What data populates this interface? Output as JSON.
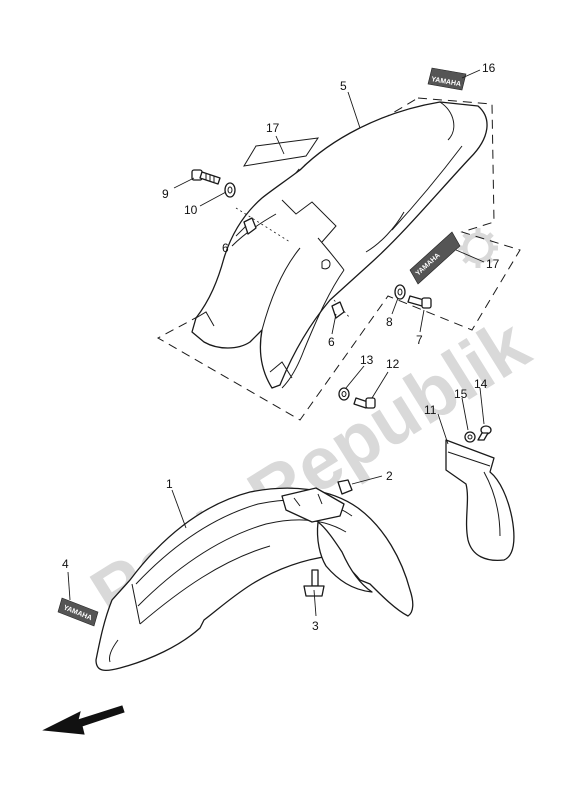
{
  "watermark": {
    "text": "PartsRepublik"
  },
  "decal_text": "YAMAHA",
  "callouts": {
    "c1": "1",
    "c2": "2",
    "c3": "3",
    "c4": "4",
    "c5": "5",
    "c6a": "6",
    "c6b": "6",
    "c7": "7",
    "c8": "8",
    "c9": "9",
    "c10": "10",
    "c11": "11",
    "c12": "12",
    "c13": "13",
    "c14": "14",
    "c15": "15",
    "c16": "16",
    "c17a": "17",
    "c17b": "17"
  }
}
